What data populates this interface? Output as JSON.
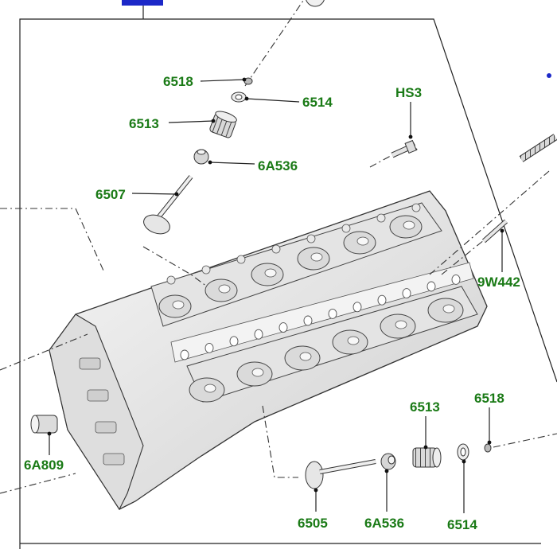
{
  "colors": {
    "label": "#1a7a16",
    "badge": "#1c28c8",
    "line": "#222222",
    "part_fill": "#ececec"
  },
  "diagram": {
    "header_badge": "",
    "callouts": [
      {
        "id": "valve-collet-top",
        "text": "6518"
      },
      {
        "id": "spring-cap-top",
        "text": "6514"
      },
      {
        "id": "valve-spring-top",
        "text": "6513"
      },
      {
        "id": "valve-seal-top",
        "text": "6A536"
      },
      {
        "id": "intake-valve",
        "text": "6507"
      },
      {
        "id": "head-bolt-small",
        "text": "HS3"
      },
      {
        "id": "stud",
        "text": "9W442"
      },
      {
        "id": "plug",
        "text": "6A809"
      },
      {
        "id": "valve-spring-bottom",
        "text": "6513"
      },
      {
        "id": "valve-collet-bottom",
        "text": "6518"
      },
      {
        "id": "exhaust-valve",
        "text": "6505"
      },
      {
        "id": "valve-seal-bottom",
        "text": "6A536"
      },
      {
        "id": "spring-cap-bottom",
        "text": "6514"
      }
    ]
  }
}
